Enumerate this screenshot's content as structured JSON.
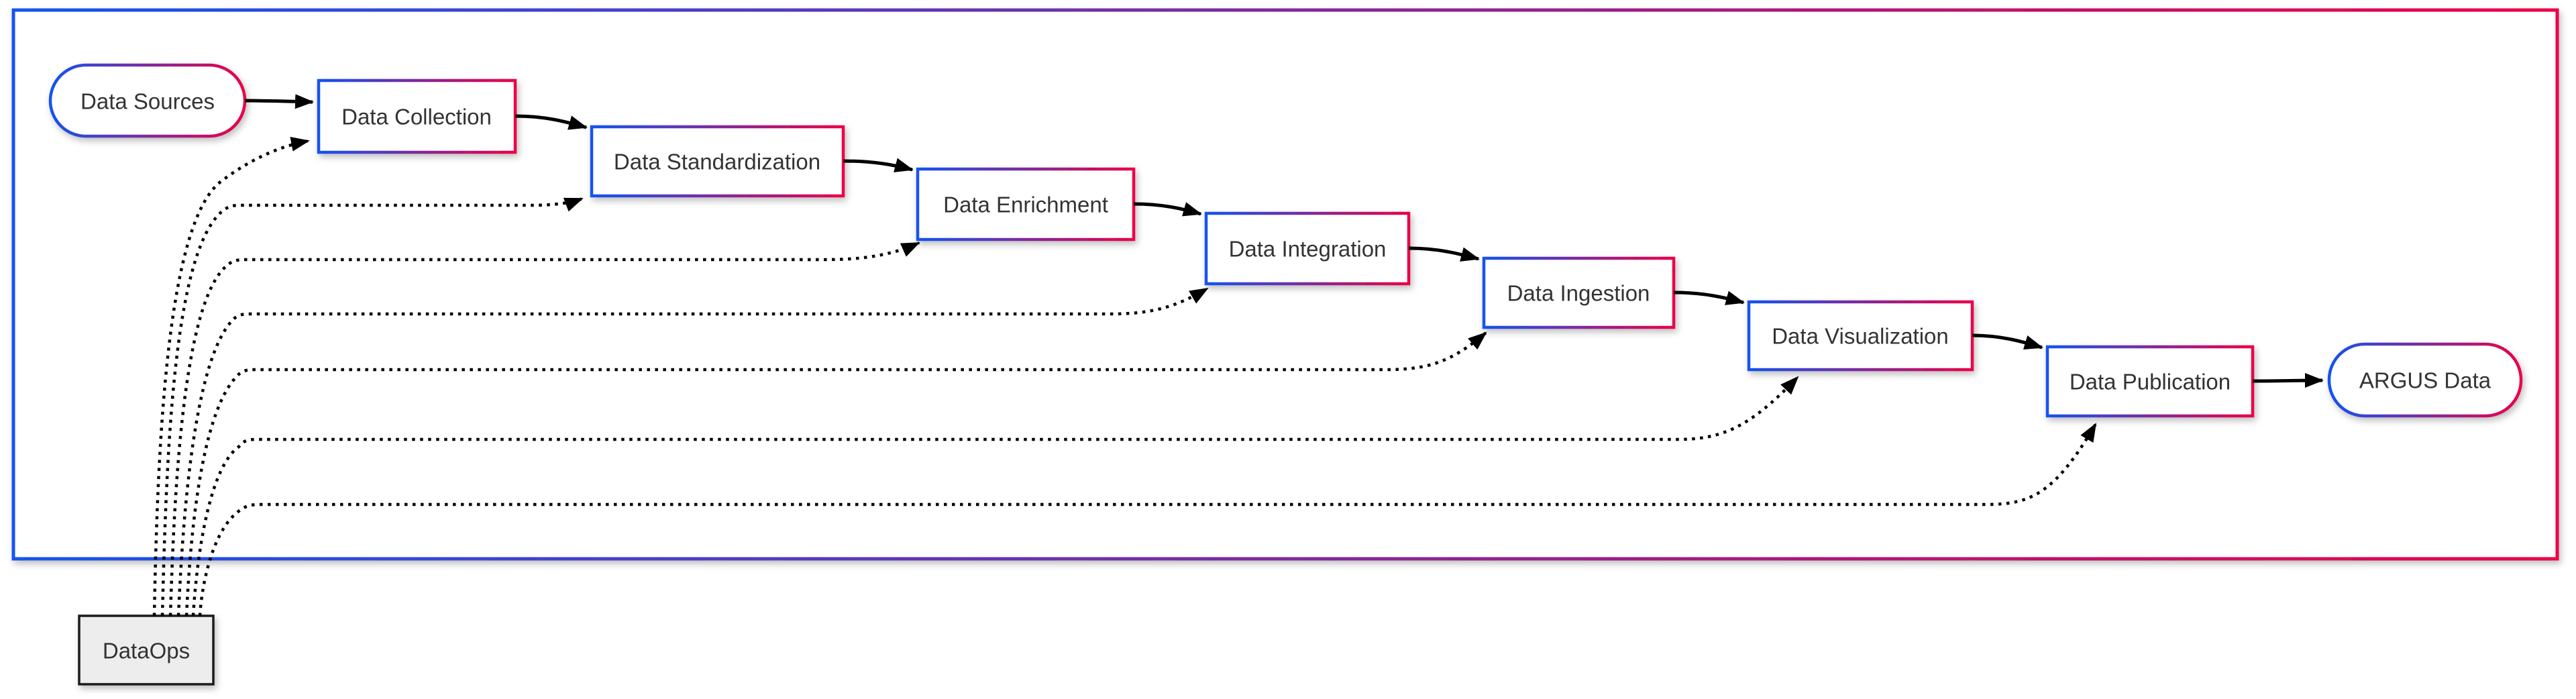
{
  "diagram": {
    "type": "flowchart",
    "description": "Left-to-right cascading data pipeline flowchart inside a gradient-bordered container, with a DataOps node outside the container feeding dotted arrows to each pipeline stage",
    "colors": {
      "gradient_start": "#1253f0",
      "gradient_end": "#ec0048",
      "edge": "#000000",
      "node_fill": "#ffffff",
      "node_text": "#333333",
      "dataops_fill": "#ededed",
      "dataops_border": "#1a1a1a",
      "background": "#ffffff"
    },
    "nodes": [
      {
        "id": "data-sources",
        "label": "Data Sources",
        "shape": "stadium"
      },
      {
        "id": "data-collection",
        "label": "Data Collection",
        "shape": "rectangle"
      },
      {
        "id": "data-standardization",
        "label": "Data Standardization",
        "shape": "rectangle"
      },
      {
        "id": "data-enrichment",
        "label": "Data Enrichment",
        "shape": "rectangle"
      },
      {
        "id": "data-integration",
        "label": "Data Integration",
        "shape": "rectangle"
      },
      {
        "id": "data-ingestion",
        "label": "Data Ingestion",
        "shape": "rectangle"
      },
      {
        "id": "data-visualization",
        "label": "Data Visualization",
        "shape": "rectangle"
      },
      {
        "id": "data-publication",
        "label": "Data Publication",
        "shape": "rectangle"
      },
      {
        "id": "argus-data",
        "label": "ARGUS Data",
        "shape": "stadium"
      },
      {
        "id": "dataops",
        "label": "DataOps",
        "shape": "rectangle-plain"
      }
    ],
    "edges": [
      {
        "from": "Data Sources",
        "to": "Data Collection",
        "style": "solid"
      },
      {
        "from": "Data Collection",
        "to": "Data Standardization",
        "style": "solid"
      },
      {
        "from": "Data Standardization",
        "to": "Data Enrichment",
        "style": "solid"
      },
      {
        "from": "Data Enrichment",
        "to": "Data Integration",
        "style": "solid"
      },
      {
        "from": "Data Integration",
        "to": "Data Ingestion",
        "style": "solid"
      },
      {
        "from": "Data Ingestion",
        "to": "Data Visualization",
        "style": "solid"
      },
      {
        "from": "Data Visualization",
        "to": "Data Publication",
        "style": "solid"
      },
      {
        "from": "Data Publication",
        "to": "ARGUS Data",
        "style": "solid"
      },
      {
        "from": "DataOps",
        "to": "Data Collection",
        "style": "dotted"
      },
      {
        "from": "DataOps",
        "to": "Data Standardization",
        "style": "dotted"
      },
      {
        "from": "DataOps",
        "to": "Data Enrichment",
        "style": "dotted"
      },
      {
        "from": "DataOps",
        "to": "Data Integration",
        "style": "dotted"
      },
      {
        "from": "DataOps",
        "to": "Data Ingestion",
        "style": "dotted"
      },
      {
        "from": "DataOps",
        "to": "Data Visualization",
        "style": "dotted"
      },
      {
        "from": "DataOps",
        "to": "Data Publication",
        "style": "dotted"
      }
    ]
  }
}
